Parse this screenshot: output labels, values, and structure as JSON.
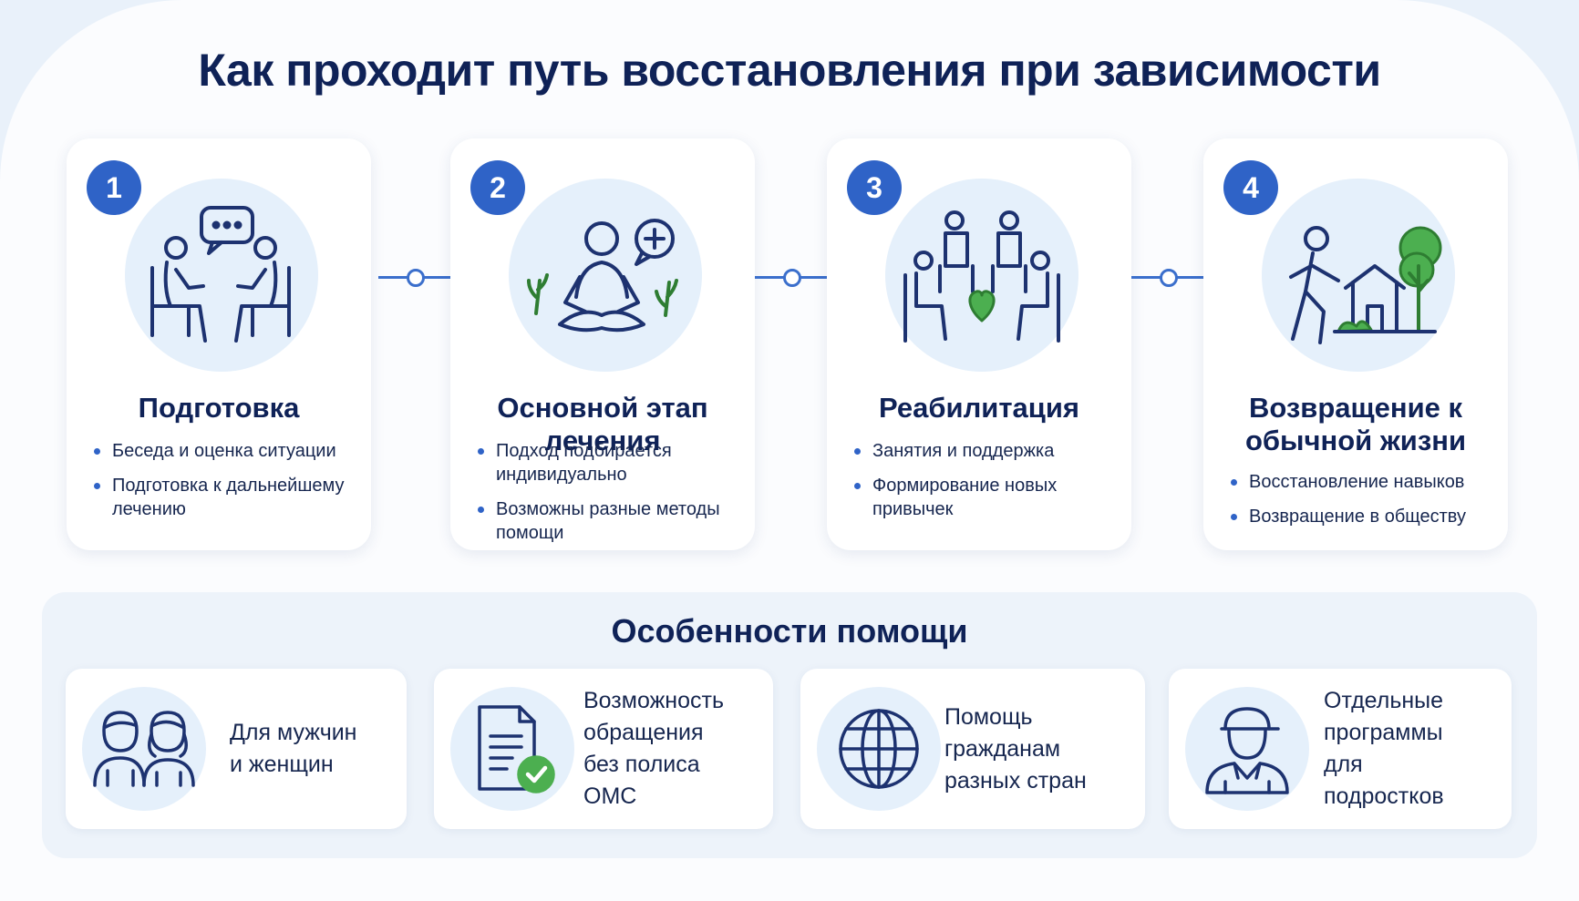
{
  "title": "Как проходит путь восстановления при зависимости",
  "steps": [
    {
      "number": "1",
      "title": "Подготовка",
      "bullets": [
        "Беседа и оценка ситуации",
        "Подготовка к дальнейшему лечению"
      ],
      "icon": "conversation-icon"
    },
    {
      "number": "2",
      "title": "Основной этап лечения",
      "bullets": [
        "Подход подбирается индивидуально",
        "Возможны разные методы помощи"
      ],
      "icon": "meditation-icon"
    },
    {
      "number": "3",
      "title": "Реабилитация",
      "bullets": [
        "Занятия и поддержка",
        "Формирование новых привычек"
      ],
      "icon": "support-group-icon"
    },
    {
      "number": "4",
      "title": "Возвращение к обычной жизни",
      "bullets": [
        "Восстановление навыков",
        "Возвращение в обществу"
      ],
      "icon": "walking-home-icon"
    }
  ],
  "features": {
    "title": "Особенности помощи",
    "items": [
      {
        "text": "Для мужчин и женщин",
        "icon": "man-woman-icon"
      },
      {
        "text": "Возможность обращения без полиса ОМС",
        "icon": "document-check-icon"
      },
      {
        "text": "Помощь гражданам разных стран",
        "icon": "globe-icon"
      },
      {
        "text": "Отдельные программы для подростков",
        "icon": "teenager-icon"
      }
    ]
  },
  "colors": {
    "accent": "#2f63c7",
    "navy": "#0f2257",
    "green": "#4caf50",
    "icon_bg": "#e5f0fb"
  }
}
